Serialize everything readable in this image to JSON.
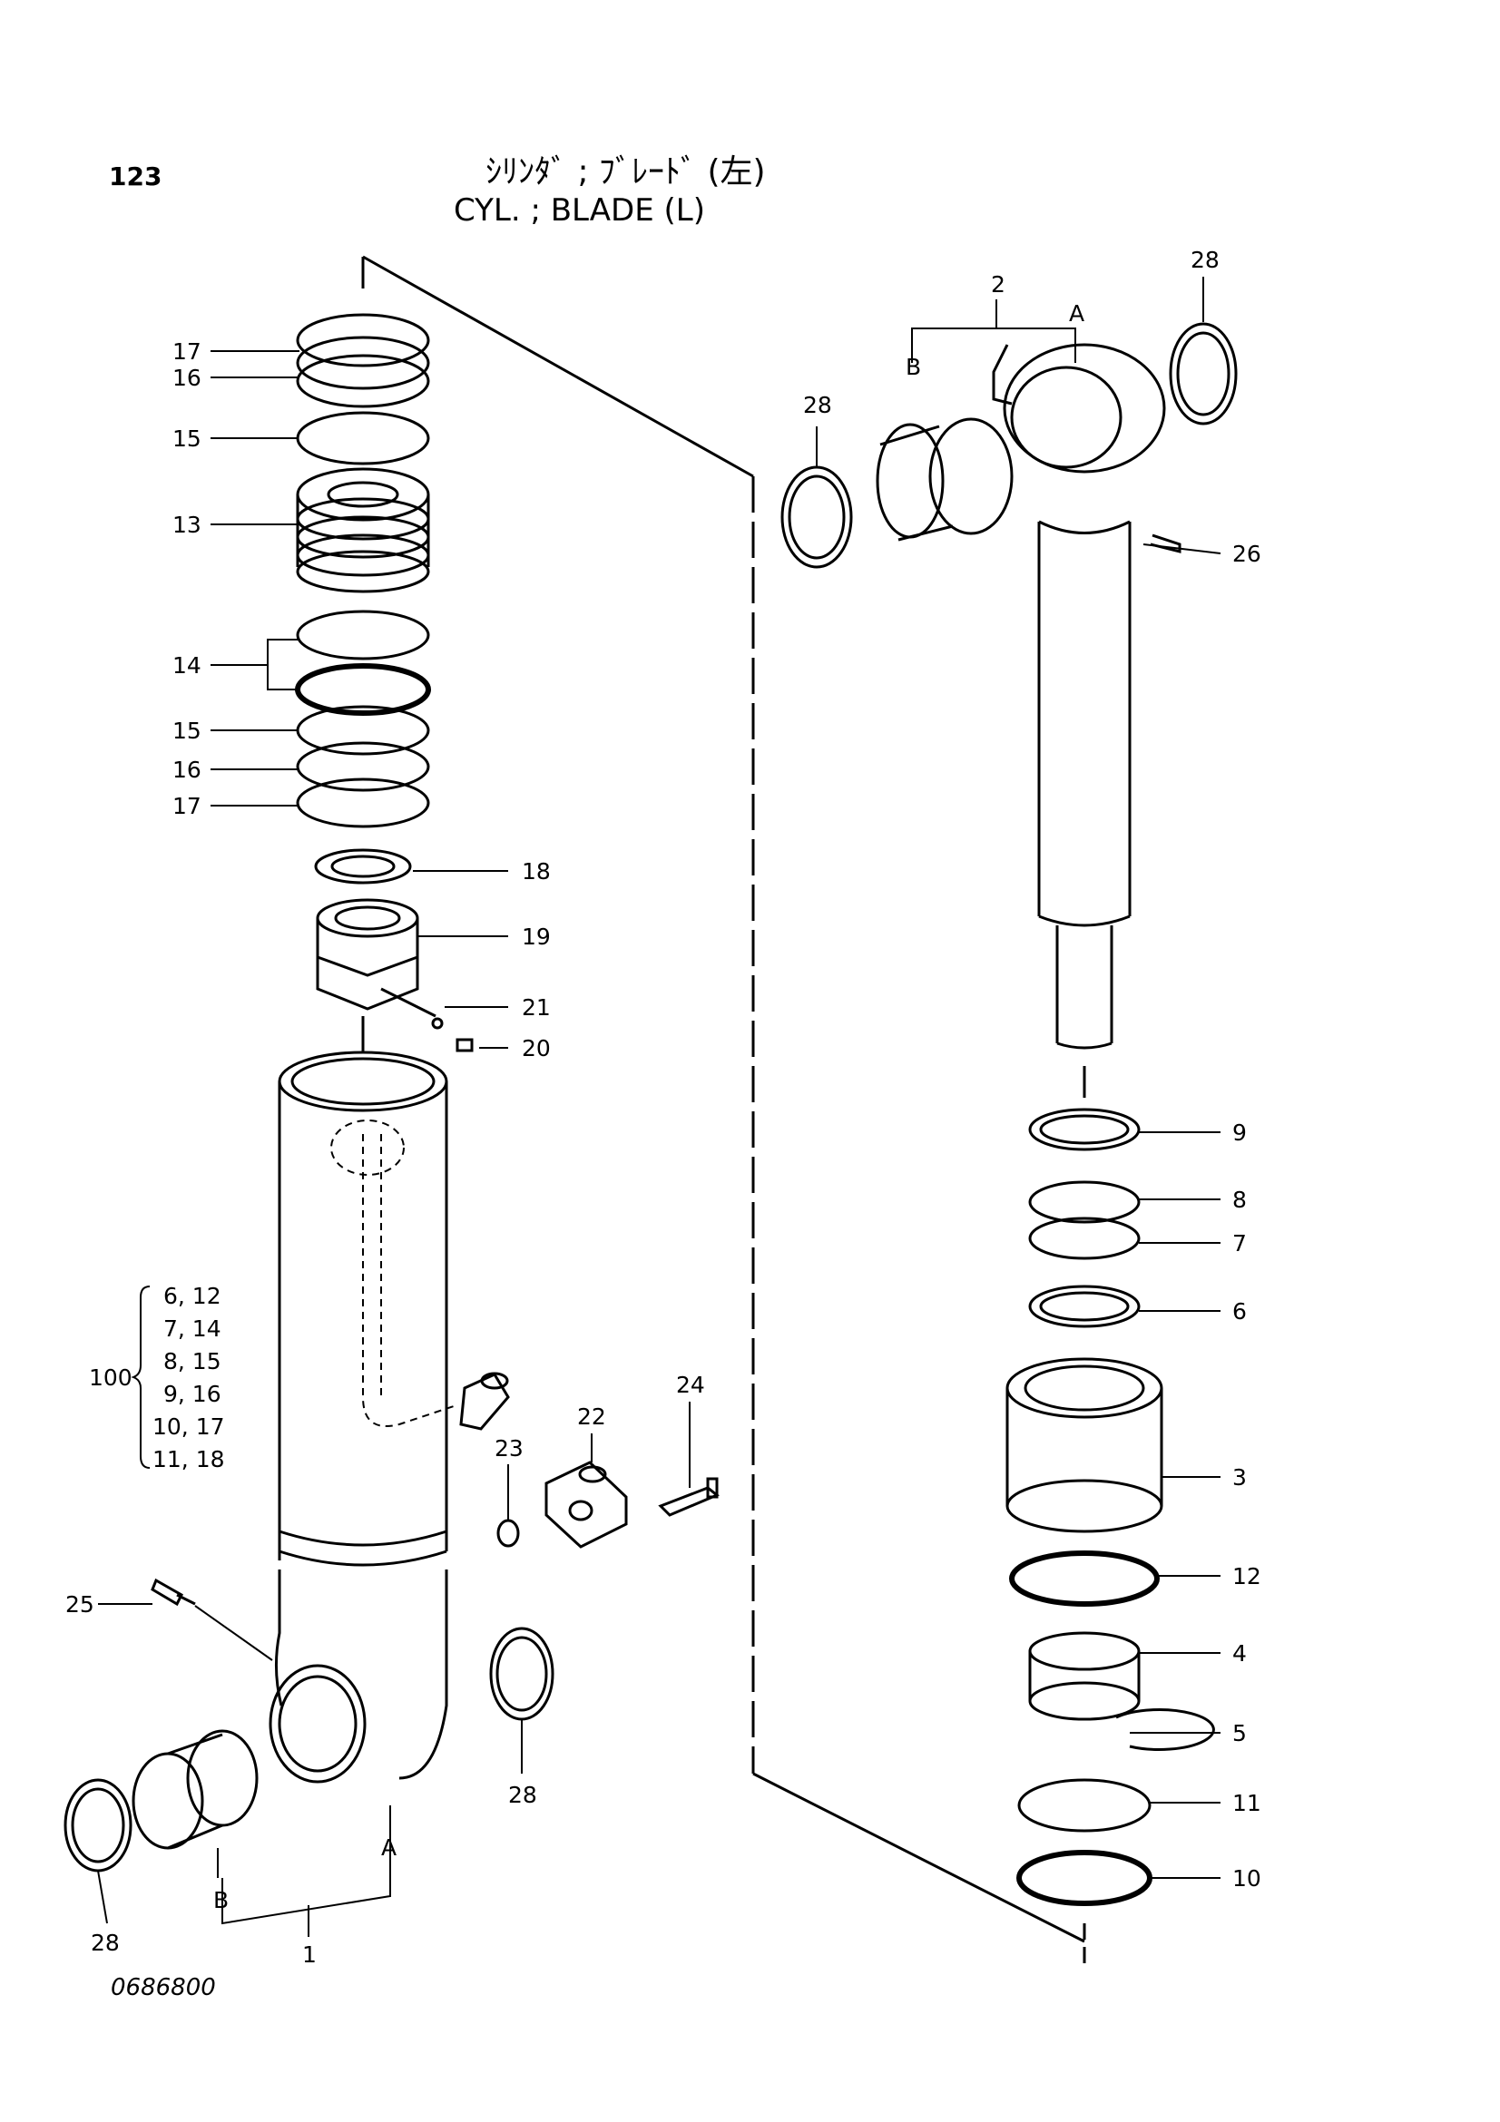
{
  "header": {
    "page_number": "123",
    "title_jp": "ｼﾘﾝﾀﾞ ; ﾌﾞﾚｰﾄﾞ (左)",
    "title_en": "CYL. ; BLADE (L)"
  },
  "footer": {
    "drawing_number": "0686800"
  },
  "callouts": {
    "c17a": "17",
    "c16a": "16",
    "c15a": "15",
    "c13": "13",
    "c14": "14",
    "c15b": "15",
    "c16b": "16",
    "c17b": "17",
    "c18": "18",
    "c19": "19",
    "c21": "21",
    "c20": "20",
    "c22": "22",
    "c23": "23",
    "c24": "24",
    "c25": "25",
    "c28a": "28",
    "c28b": "28",
    "c28c": "28",
    "c28d": "28",
    "c1": "1",
    "c2": "2",
    "cA1": "A",
    "cB1": "B",
    "cA2": "A",
    "cB2": "B",
    "c26": "26",
    "c9": "9",
    "c8": "8",
    "c7": "7",
    "c6": "6",
    "c3": "3",
    "c12": "12",
    "c4": "4",
    "c5": "5",
    "c11": "11",
    "c10": "10",
    "c100": "100"
  },
  "kit_100": {
    "items": [
      "6, 12",
      "7, 14",
      "8, 15",
      "9, 16",
      "10, 17",
      "11, 18"
    ]
  }
}
